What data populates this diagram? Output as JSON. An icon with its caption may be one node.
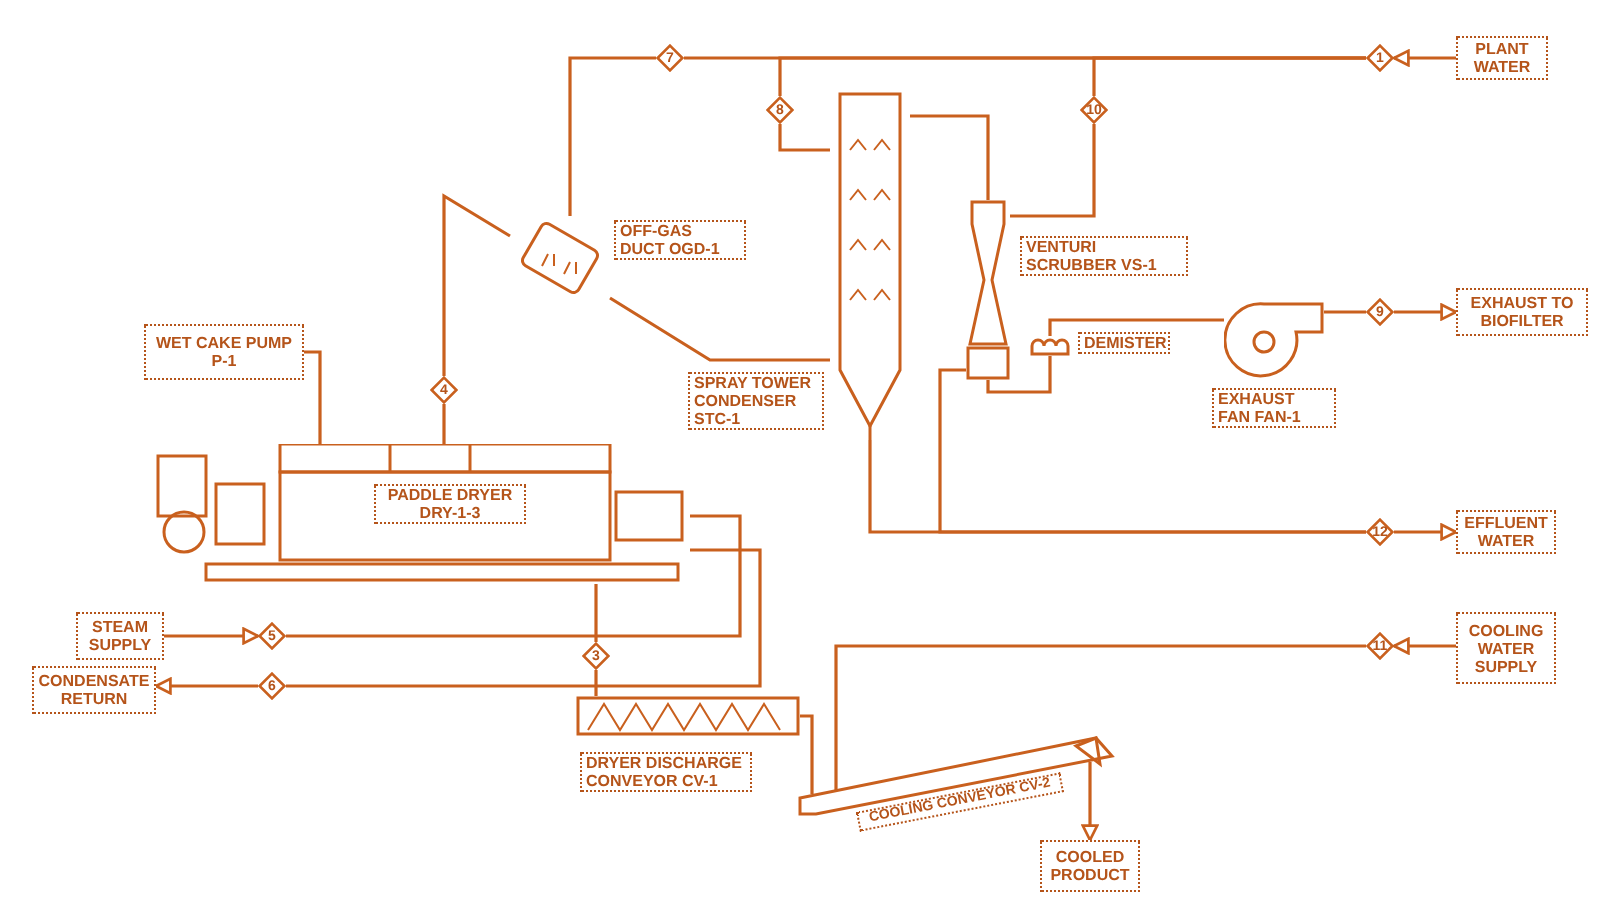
{
  "diagram": {
    "nodes": [
      {
        "text": [
          "WET CAKE PUMP P-1"
        ]
      },
      {
        "text": [
          "PADDLE DRYER DRY-1-3"
        ]
      },
      {
        "text": [
          "4"
        ]
      },
      {
        "text": [],
        "shape": "picture",
        "beside": [
          "OFF-GAS DUCT OGD-1"
        ]
      },
      {
        "text": [
          "7"
        ]
      },
      {
        "text": [],
        "shape": "picture",
        "beside": [
          "SPRAY TOWER CONDENSER STC-1"
        ]
      },
      {
        "text": [
          "8"
        ]
      },
      {
        "text": [
          "10"
        ]
      },
      {
        "text": [],
        "shape": "picture",
        "beside": [
          "VENTURI SCRUBBER VS-1"
        ]
      },
      {
        "text": [],
        "shape": "picture",
        "beside": [
          "DEMISTER"
        ]
      },
      {
        "text": [],
        "shape": "picture",
        "beside": [
          "EXHAUST FAN FAN-1"
        ]
      },
      {
        "text": [
          "9"
        ]
      },
      {
        "text": [
          "EXHAUST TO BIOFILTER"
        ]
      },
      {
        "text": [
          "1"
        ]
      },
      {
        "text": [
          "PLANT WATER"
        ]
      },
      {
        "text": [
          "12"
        ]
      },
      {
        "text": [
          "EFFLUENT WATER"
        ]
      },
      {
        "text": [
          "11"
        ]
      },
      {
        "text": [
          "COOLING WATER SUPPLY"
        ]
      },
      {
        "text": [
          "STEAM SUPPLY"
        ]
      },
      {
        "text": [
          "5"
        ]
      },
      {
        "text": [
          "CONDENSATE RETURN"
        ]
      },
      {
        "text": [
          "6"
        ]
      },
      {
        "text": [
          "3"
        ]
      },
      {
        "text": [],
        "shape": "picture",
        "beside": [
          "DRYER DISCHARGE CONVEYOR CV-1"
        ]
      },
      {
        "text": [
          "COOLING CONVEYOR CV-2"
        ]
      },
      {
        "text": [
          "COOLED PRODUCT"
        ]
      }
    ],
    "edges": [
      {
        "from": 0,
        "to": 1,
        "arrow": "none"
      },
      {
        "from": 1,
        "to": 2,
        "arrow": "none"
      },
      {
        "from": 2,
        "to": 3,
        "arrow": "none"
      },
      {
        "from": 3,
        "to": 5,
        "arrow": "none"
      },
      {
        "from": 3,
        "to": 4,
        "arrow": "none"
      },
      {
        "from": 13,
        "to": 4,
        "arrow": "none"
      },
      {
        "from": 13,
        "to": 6,
        "arrow": "none"
      },
      {
        "from": 13,
        "to": 7,
        "arrow": "none"
      },
      {
        "from": 14,
        "to": 13,
        "arrow": "to"
      },
      {
        "from": 6,
        "to": 5,
        "arrow": "none"
      },
      {
        "from": 5,
        "to": 8,
        "arrow": "none"
      },
      {
        "from": 7,
        "to": 8,
        "arrow": "none"
      },
      {
        "from": 8,
        "to": 9,
        "arrow": "none"
      },
      {
        "from": 9,
        "to": 10,
        "arrow": "none"
      },
      {
        "from": 10,
        "to": 11,
        "arrow": "none"
      },
      {
        "from": 11,
        "to": 12,
        "arrow": "to"
      },
      {
        "from": 5,
        "to": 15,
        "arrow": "none"
      },
      {
        "from": 8,
        "to": 15,
        "arrow": "none"
      },
      {
        "from": 15,
        "to": 16,
        "arrow": "to"
      },
      {
        "from": 18,
        "to": 17,
        "arrow": "to"
      },
      {
        "from": 17,
        "to": 25,
        "arrow": "none"
      },
      {
        "from": 19,
        "to": 20,
        "arrow": "to"
      },
      {
        "from": 20,
        "to": 1,
        "arrow": "none"
      },
      {
        "from": 1,
        "to": 22,
        "arrow": "none"
      },
      {
        "from": 22,
        "to": 21,
        "arrow": "to"
      },
      {
        "from": 1,
        "to": 23,
        "arrow": "none"
      },
      {
        "from": 23,
        "to": 24,
        "arrow": "none"
      },
      {
        "from": 24,
        "to": 25,
        "arrow": "none"
      },
      {
        "from": 25,
        "to": 26,
        "arrow": "to"
      }
    ]
  }
}
